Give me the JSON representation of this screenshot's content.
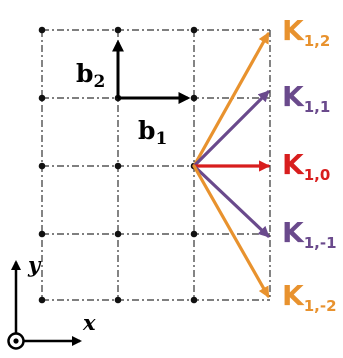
{
  "basis": {
    "b1": {
      "symbol": "b",
      "subscript": "1"
    },
    "b2": {
      "symbol": "b",
      "subscript": "2"
    }
  },
  "vectors": [
    {
      "symbol": "K",
      "subscript": "1,2",
      "color": "#e8922e"
    },
    {
      "symbol": "K",
      "subscript": "1,1",
      "color": "#6a4a8c"
    },
    {
      "symbol": "K",
      "subscript": "1,0",
      "color": "#d81e1e"
    },
    {
      "symbol": "K",
      "subscript": "1,-1",
      "color": "#6a4a8c"
    },
    {
      "symbol": "K",
      "subscript": "1,-2",
      "color": "#e8922e"
    }
  ],
  "axes": {
    "x": "x",
    "y": "y"
  }
}
